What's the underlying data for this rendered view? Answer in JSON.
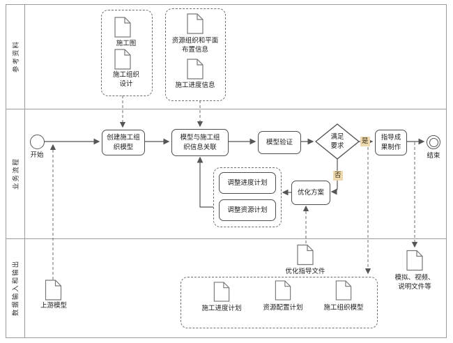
{
  "lanes": {
    "top": "参考资料",
    "middle": "业务流程",
    "bottom": "数据输入和输出"
  },
  "events": {
    "start": "开始",
    "end": "结束"
  },
  "tasks": {
    "create_model": "创建施工组\n织模型",
    "associate_info": "模型与施工组\n织信息关联",
    "model_verify": "模型验证",
    "guide_output": "指导成\n果制作",
    "optimize_plan": "优化方案",
    "adjust_schedule": "调整进度计划",
    "adjust_resource": "调整资源计划"
  },
  "gateway": {
    "label": "满足\n要求",
    "yes": "是",
    "no": "否"
  },
  "documents": {
    "construction_drawing": "施工图",
    "construction_org_design": "施工组织\n设计",
    "resource_layout_info": "资源组织和平面\n布置信息",
    "schedule_info": "施工进度信息",
    "upstream_model": "上游模型",
    "optimize_guide_file": "优化指导文件",
    "schedule_plan": "施工进度计划",
    "resource_alloc_plan": "资源配置计划",
    "construction_org_model": "施工组织模型",
    "sim_video_docs": "模拟、视频、\n说明文件等"
  },
  "colors": {
    "flow_line": "#555555",
    "dashed_line": "#777777",
    "node_border": "#4d4d4d",
    "lane_border": "#9b9b9b",
    "badge_bg": "#ecd9af"
  }
}
